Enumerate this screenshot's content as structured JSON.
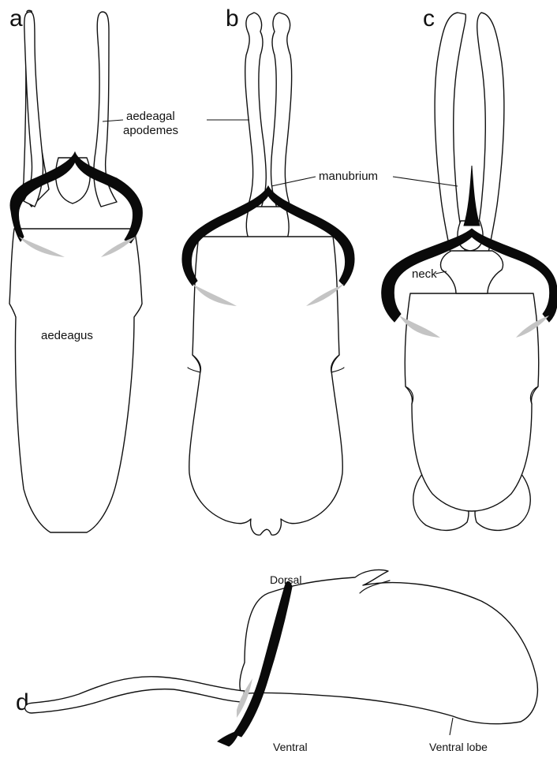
{
  "panels": {
    "a": "a",
    "b": "b",
    "c": "c",
    "d": "d"
  },
  "labels": {
    "aedeagal_line1": "aedeagal",
    "aedeagal_line2": "apodemes",
    "manubrium": "manubrium",
    "aedeagus": "aedeagus",
    "neck": "neck",
    "dorsal": "Dorsal",
    "ventral": "Ventral",
    "ventral_lobe": "Ventral lobe"
  },
  "colors": {
    "line": "#111111",
    "sclerite": "#0a0a0a",
    "membrane": "#c4c4c4",
    "background": "#ffffff"
  }
}
